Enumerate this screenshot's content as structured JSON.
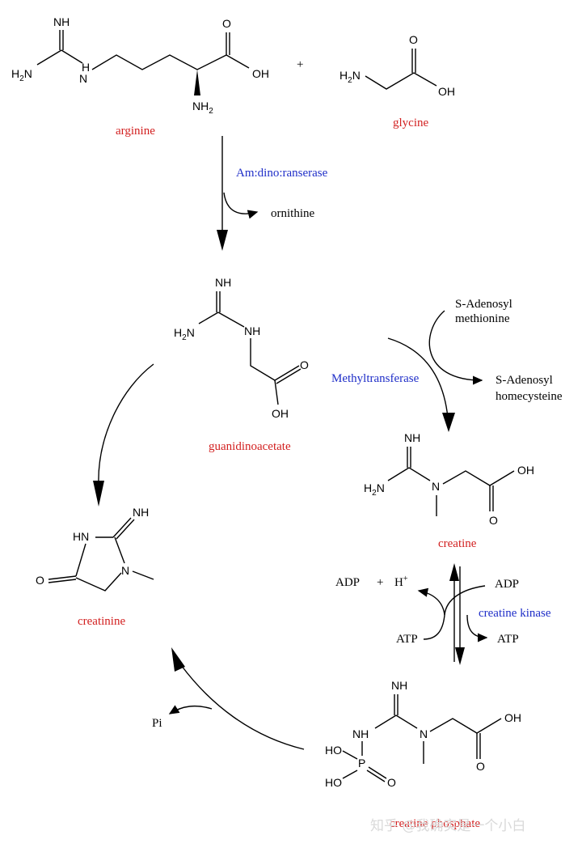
{
  "labels": {
    "arginine": "arginine",
    "glycine": "glycine",
    "enzyme1": "Am:dino:ranserase",
    "ornithine": "ornithine",
    "guanidinoacetate": "guanidinoacetate",
    "sam_line1": "S-Adenosyl",
    "sam_line2": "methionine",
    "methyltransferase": "Methyltransferase",
    "sah_line1": "S-Adenosyl",
    "sah_line2": "homecysteine",
    "creatine": "creatine",
    "creatinine": "creatinine",
    "adp_left": "ADP",
    "plus_left": "+",
    "h_plus": "H",
    "h_plus_sup": "+",
    "adp_right": "ADP",
    "creatine_kinase": "creatine kinase",
    "atp_left": "ATP",
    "atp_right": "ATP",
    "pi": "Pi",
    "creatine_phosphate": "creatine phosphate",
    "plus_top": "+",
    "watermark": "知乎 @我确实是一个小白"
  },
  "atoms": {
    "NH": "NH",
    "HN": "HN",
    "N": "N",
    "H2N_H": "H",
    "H2N_2": "2",
    "H2N_N": "N",
    "NH2_N": "NH",
    "NH2_2": "2",
    "O": "O",
    "OH": "OH",
    "HO": "HO",
    "P": "P"
  },
  "colors": {
    "compound_label": "#d21f1f",
    "enzyme_label": "#1f2ec8",
    "text": "#000000"
  }
}
